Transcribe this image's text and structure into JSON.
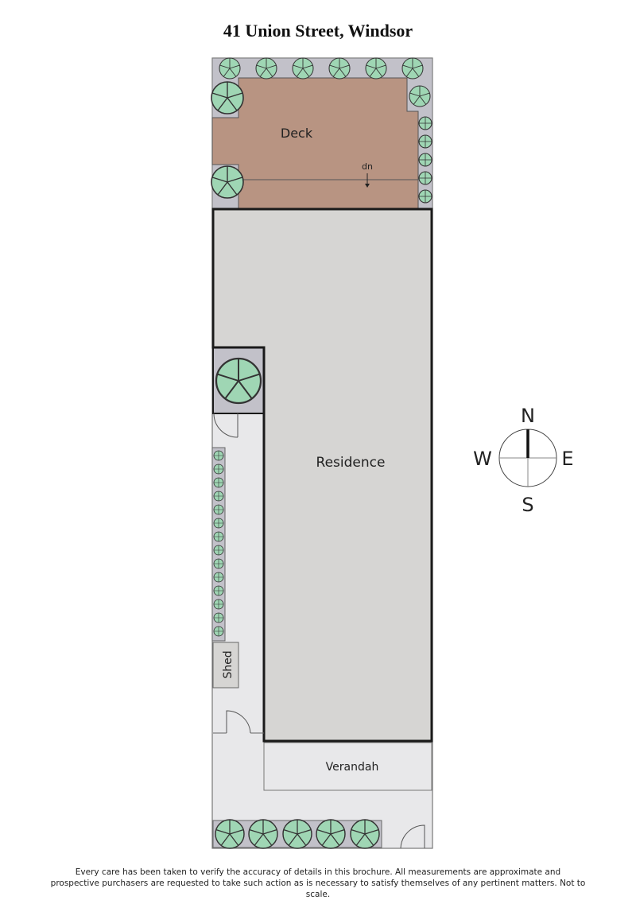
{
  "title": "41 Union Street, Windsor",
  "rooms": {
    "deck": "Deck",
    "deck_step": "dn",
    "residence": "Residence",
    "verandah": "Verandah",
    "shed": "Shed"
  },
  "compass": {
    "north": "N",
    "south": "S",
    "east": "E",
    "west": "W"
  },
  "colors": {
    "deck": "#b89482",
    "residence": "#d6d5d3",
    "yard": "#e8e8ea",
    "planter": "#c2c1c9",
    "shrub": "#9fd6b4",
    "wall": "#1a1a1a"
  },
  "disclaimer": {
    "line1": "Every care has been taken to verify the accuracy of details in this brochure. All measurements are approximate and",
    "line2": "prospective purchasers are requested to take such action as is necessary to satisfy themselves of any pertinent matters. Not to scale."
  }
}
